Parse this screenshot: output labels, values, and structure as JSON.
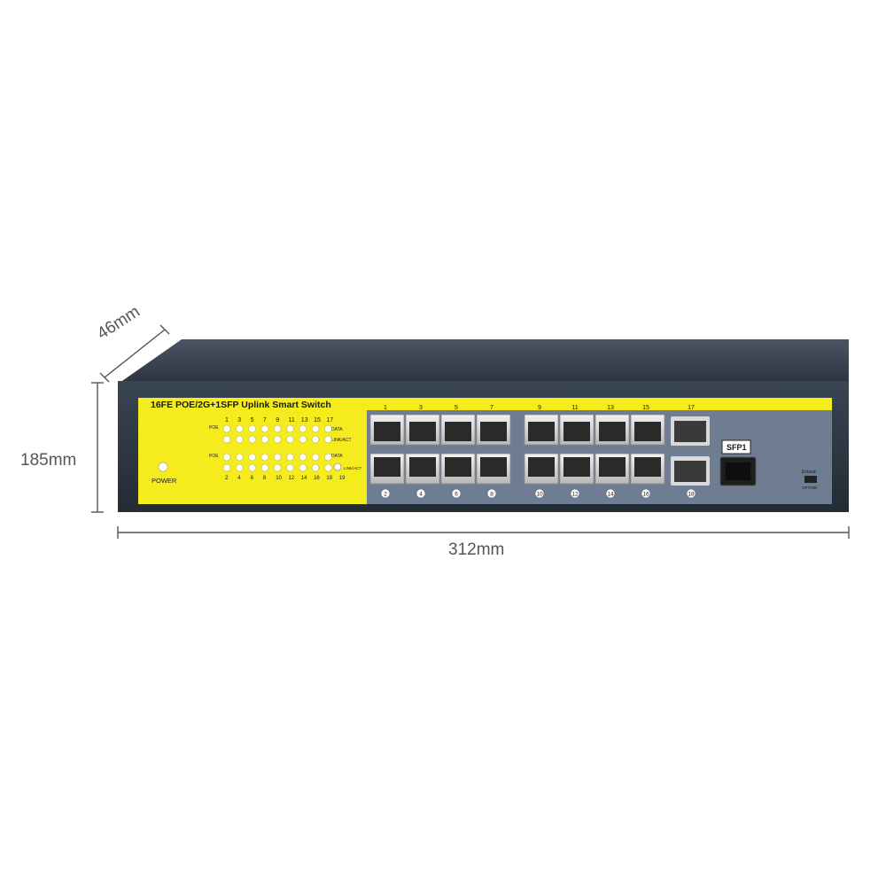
{
  "dimensions": {
    "depth": "46mm",
    "height": "185mm",
    "width": "312mm"
  },
  "device": {
    "model_title": "16FE POE/2G+1SFP Uplink Smart Switch",
    "power_label": "POWER",
    "led_top_numbers": [
      "1",
      "3",
      "5",
      "7",
      "9",
      "11",
      "13",
      "15",
      "17"
    ],
    "led_bottom_numbers": [
      "2",
      "4",
      "6",
      "8",
      "10",
      "12",
      "14",
      "16",
      "18",
      "19"
    ],
    "led_row_label_poe": "POE",
    "led_side_data": "DATA",
    "led_side_link": "LINK/ACT",
    "port_top_numbers": [
      "1",
      "3",
      "5",
      "7",
      "9",
      "11",
      "13",
      "15",
      "17"
    ],
    "port_bottom_numbers": [
      "2",
      "4",
      "6",
      "8",
      "10",
      "12",
      "14",
      "16",
      "18"
    ],
    "sfp_label": "SFP1",
    "extend_label": "Extand",
    "option_label": "OPTION",
    "colors": {
      "panel_yellow": "#f5ec1e",
      "panel_gray": "#6e7d92",
      "chassis": "#2f3a47"
    }
  }
}
